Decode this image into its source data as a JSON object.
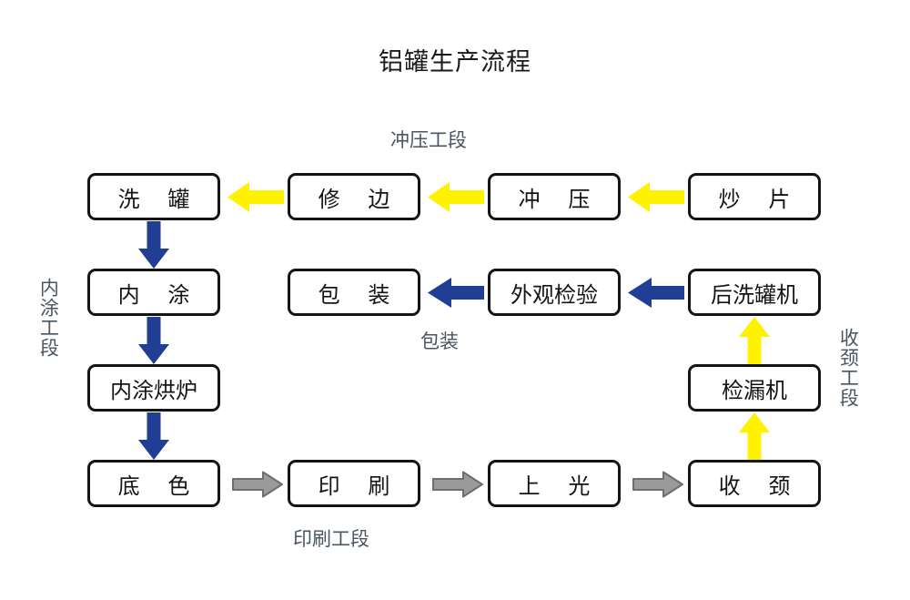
{
  "title": "铝罐生产流程",
  "colors": {
    "yellow": "#FFF200",
    "blue": "#1F3E94",
    "gray": "#9A9A9A",
    "gray_outline": "#6E6E6E",
    "box_border": "#141414",
    "text": "#141414",
    "label_text": "#4A5560",
    "background": "#FFFFFF"
  },
  "stage_labels": {
    "punching": "冲压工段",
    "packaging": "包装",
    "printing": "印刷工段",
    "inner_coating": "内涂工段",
    "necking": "收颈工段"
  },
  "nodes": {
    "wash_can": "洗 罐",
    "trim": "修 边",
    "punch": "冲 压",
    "blank": "炒 片",
    "inner_coat": "内 涂",
    "packing": "包 装",
    "appearance_check": "外观检验",
    "rear_washer": "后洗罐机",
    "inner_coat_oven": "内涂烘炉",
    "leak_tester": "检漏机",
    "base_color": "底 色",
    "printing": "印 刷",
    "varnish": "上 光",
    "necking": "收 颈"
  },
  "flow": {
    "row1": [
      "炒 片",
      "冲 压",
      "修 边",
      "洗 罐"
    ],
    "col1_down": [
      "洗 罐",
      "内 涂",
      "内涂烘炉",
      "底 色"
    ],
    "row4": [
      "底 色",
      "印 刷",
      "上 光",
      "收 颈"
    ],
    "col4_up": [
      "收 颈",
      "检漏机",
      "后洗罐机"
    ],
    "row2": [
      "后洗罐机",
      "外观检验",
      "包 装"
    ]
  },
  "arrow_types": {
    "row1": "yellow-left",
    "col1_down": "blue-down",
    "row4": "gray-right",
    "col4_up": "yellow-up",
    "row2": "blue-left"
  }
}
